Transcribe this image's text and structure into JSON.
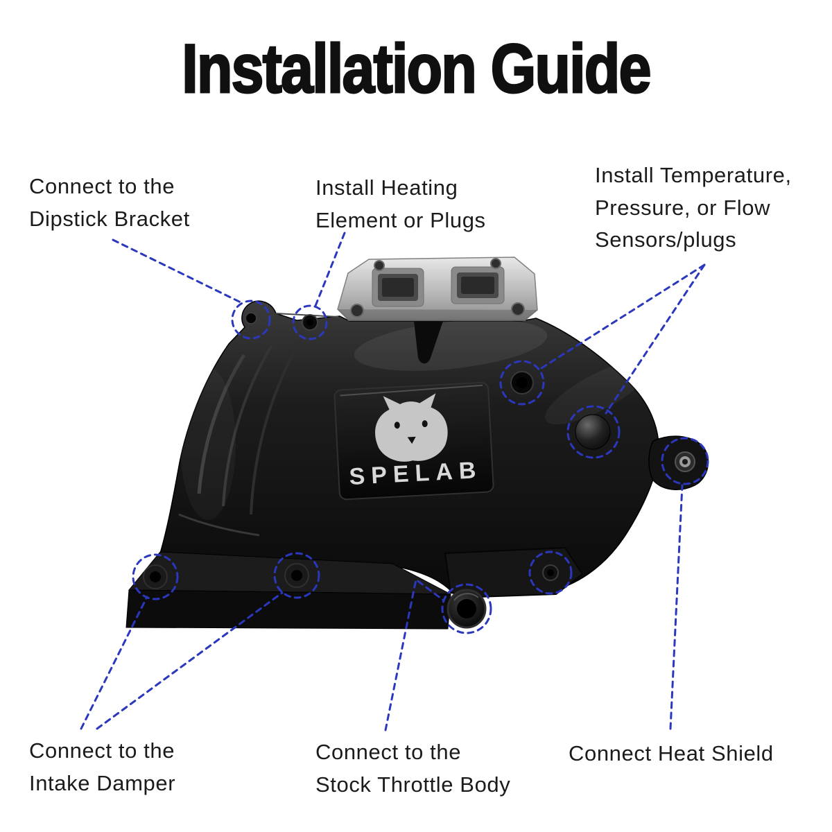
{
  "page": {
    "title": "Installation Guide",
    "background": "#ffffff"
  },
  "brand": {
    "name": "SPELAB"
  },
  "colors": {
    "annotation": "#2b38bd",
    "title_text": "#101010",
    "label_text": "#1b1b1b",
    "manifold_black": "#161616",
    "flange_silver": "#c9c9c9"
  },
  "annotations": {
    "dipstick": {
      "label": "Connect to the\nDipstick Bracket"
    },
    "heating": {
      "label": "Install Heating\nElement or Plugs"
    },
    "sensors": {
      "label": "Install Temperature,\nPressure, or Flow\nSensors/plugs"
    },
    "intake_damper": {
      "label": "Connect to the\nIntake Damper"
    },
    "throttle": {
      "label": "Connect to the\nStock Throttle Body"
    },
    "heat_shield": {
      "label": "Connect Heat Shield"
    }
  }
}
